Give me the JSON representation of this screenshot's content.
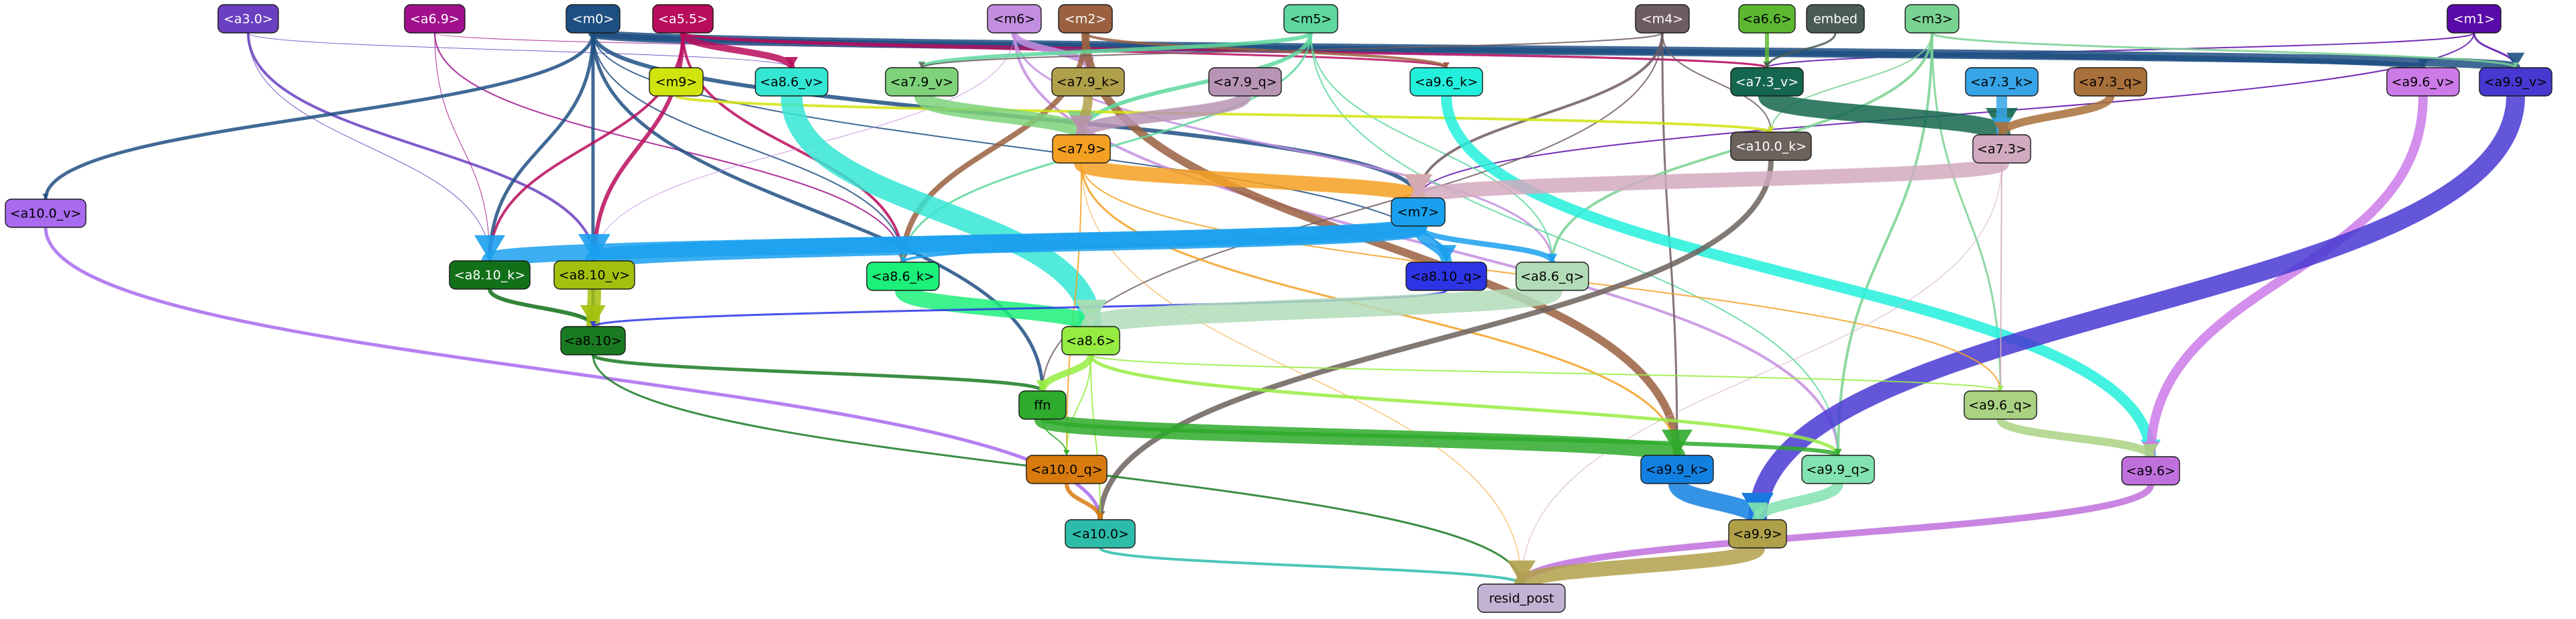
{
  "nodes": [
    {
      "id": "m1",
      "label": "<m1>",
      "fill": "#5a0aa8",
      "text": "#ffffff"
    },
    {
      "id": "a3_0",
      "label": "<a3.0>",
      "fill": "#6a3fc0",
      "text": "#ffffff"
    },
    {
      "id": "a6_9",
      "label": "<a6.9>",
      "fill": "#a0108c",
      "text": "#ffffff"
    },
    {
      "id": "m0",
      "label": "<m0>",
      "fill": "#1e4f82",
      "text": "#ffffff"
    },
    {
      "id": "a5_5",
      "label": "<a5.5>",
      "fill": "#b80c5c",
      "text": "#ffffff"
    },
    {
      "id": "m6",
      "label": "<m6>",
      "fill": "#c48ee0",
      "text": "#000000"
    },
    {
      "id": "m2",
      "label": "<m2>",
      "fill": "#9a6040",
      "text": "#ffffff"
    },
    {
      "id": "m5",
      "label": "<m5>",
      "fill": "#5ed89e",
      "text": "#000000"
    },
    {
      "id": "m4",
      "label": "<m4>",
      "fill": "#6e5c60",
      "text": "#ffffff"
    },
    {
      "id": "a6_6",
      "label": "<a6.6>",
      "fill": "#5cb830",
      "text": "#000000"
    },
    {
      "id": "embed",
      "label": "embed",
      "fill": "#4a5a54",
      "text": "#ffffff"
    },
    {
      "id": "m3",
      "label": "<m3>",
      "fill": "#7ad292",
      "text": "#000000"
    },
    {
      "id": "m9",
      "label": "<m9>",
      "fill": "#d0e40e",
      "text": "#000000"
    },
    {
      "id": "a8_6_v",
      "label": "<a8.6_v>",
      "fill": "#34e6d4",
      "text": "#000000"
    },
    {
      "id": "a7_9_v",
      "label": "<a7.9_v>",
      "fill": "#7ed27a",
      "text": "#000000"
    },
    {
      "id": "a7_9_k",
      "label": "<a7.9_k>",
      "fill": "#b0a04a",
      "text": "#000000"
    },
    {
      "id": "a7_9_q",
      "label": "<a7.9_q>",
      "fill": "#b894b4",
      "text": "#000000"
    },
    {
      "id": "a9_6_k",
      "label": "<a9.6_k>",
      "fill": "#22f0dc",
      "text": "#000000"
    },
    {
      "id": "a7_3_v",
      "label": "<a7.3_v>",
      "fill": "#14664e",
      "text": "#ffffff"
    },
    {
      "id": "a7_3_k",
      "label": "<a7.3_k>",
      "fill": "#36a4e6",
      "text": "#000000"
    },
    {
      "id": "a7_3_q",
      "label": "<a7.3_q>",
      "fill": "#a8703a",
      "text": "#000000"
    },
    {
      "id": "a9_6_v",
      "label": "<a9.6_v>",
      "fill": "#cc7ae8",
      "text": "#000000"
    },
    {
      "id": "a9_9_v",
      "label": "<a9.9_v>",
      "fill": "#4838d2",
      "text": "#000000"
    },
    {
      "id": "a10_0_v",
      "label": "<a10.0_v>",
      "fill": "#a86aee",
      "text": "#000000"
    },
    {
      "id": "a7_9",
      "label": "<a7.9>",
      "fill": "#f4a022",
      "text": "#000000"
    },
    {
      "id": "a10_0_k",
      "label": "<a10.0_k>",
      "fill": "#6c625c",
      "text": "#ffffff"
    },
    {
      "id": "a7_3",
      "label": "<a7.3>",
      "fill": "#d2aac0",
      "text": "#000000"
    },
    {
      "id": "m7",
      "label": "<m7>",
      "fill": "#1aa0ee",
      "text": "#000000"
    },
    {
      "id": "a8_10_k",
      "label": "<a8.10_k>",
      "fill": "#117018",
      "text": "#ffffff"
    },
    {
      "id": "a8_10_v",
      "label": "<a8.10_v>",
      "fill": "#a4c00e",
      "text": "#000000"
    },
    {
      "id": "a8_6_k",
      "label": "<a8.6_k>",
      "fill": "#1cf07a",
      "text": "#000000"
    },
    {
      "id": "a8_10_q",
      "label": "<a8.10_q>",
      "fill": "#2c34e6",
      "text": "#000000"
    },
    {
      "id": "a8_6_q",
      "label": "<a8.6_q>",
      "fill": "#b2dcb8",
      "text": "#000000"
    },
    {
      "id": "a8_10",
      "label": "<a8.10>",
      "fill": "#1a7a22",
      "text": "#000000"
    },
    {
      "id": "a8_6",
      "label": "<a8.6>",
      "fill": "#96ec42",
      "text": "#000000"
    },
    {
      "id": "a9_6_q",
      "label": "<a9.6_q>",
      "fill": "#aad282",
      "text": "#000000"
    },
    {
      "id": "ffn",
      "label": "ffn",
      "fill": "#2eaa2c",
      "text": "#000000"
    },
    {
      "id": "a9_6",
      "label": "<a9.6>",
      "fill": "#c070dc",
      "text": "#000000"
    },
    {
      "id": "a10_0_q",
      "label": "<a10.0_q>",
      "fill": "#d87a0e",
      "text": "#000000"
    },
    {
      "id": "a9_9_k",
      "label": "<a9.9_k>",
      "fill": "#1280e0",
      "text": "#000000"
    },
    {
      "id": "a9_9_q",
      "label": "<a9.9_q>",
      "fill": "#82e2b0",
      "text": "#000000"
    },
    {
      "id": "a10_0",
      "label": "<a10.0>",
      "fill": "#2ebcaa",
      "text": "#000000"
    },
    {
      "id": "a9_9",
      "label": "<a9.9>",
      "fill": "#b0a04a",
      "text": "#000000"
    },
    {
      "id": "resid_post",
      "label": "resid_post",
      "fill": "#c4b2d4",
      "text": "#000000"
    }
  ],
  "edges": [
    {
      "from": "m1",
      "to": "a9_9_v",
      "color": "#5a0aa8",
      "weight": 3
    },
    {
      "from": "m1",
      "to": "a7_3_v",
      "color": "#5a0aa8",
      "weight": 2
    },
    {
      "from": "m1",
      "to": "m7",
      "color": "#5a0aa8",
      "weight": 2
    },
    {
      "from": "a3_0",
      "to": "a8_10_v",
      "color": "#6a3fc0",
      "weight": 4
    },
    {
      "from": "a3_0",
      "to": "a8_10_k",
      "color": "#6a3fc0",
      "weight": 1
    },
    {
      "from": "a3_0",
      "to": "a8_6_v",
      "color": "#6a3fc0",
      "weight": 1
    },
    {
      "from": "a6_9",
      "to": "a8_6_k",
      "color": "#a0108c",
      "weight": 2
    },
    {
      "from": "a6_9",
      "to": "a8_10_k",
      "color": "#a0108c",
      "weight": 1
    },
    {
      "from": "a6_9",
      "to": "a7_3_v",
      "color": "#a0108c",
      "weight": 1
    },
    {
      "from": "m0",
      "to": "a8_10",
      "color": "#1e4f82",
      "weight": 5
    },
    {
      "from": "m0",
      "to": "a10_0_v",
      "color": "#1e4f82",
      "weight": 5
    },
    {
      "from": "m0",
      "to": "a8_10_k",
      "color": "#1e4f82",
      "weight": 5
    },
    {
      "from": "m0",
      "to": "a9_9_v",
      "color": "#1e4f82",
      "weight": 14
    },
    {
      "from": "m0",
      "to": "a9_6_v",
      "color": "#1e4f82",
      "weight": 8
    },
    {
      "from": "m0",
      "to": "m7",
      "color": "#1e4f82",
      "weight": 6
    },
    {
      "from": "m0",
      "to": "ffn",
      "color": "#1e4f82",
      "weight": 5
    },
    {
      "from": "m0",
      "to": "a8_6_k",
      "color": "#1e4f82",
      "weight": 2
    },
    {
      "from": "m0",
      "to": "a8_10_q",
      "color": "#1e4f82",
      "weight": 2
    },
    {
      "from": "a5_5",
      "to": "a8_10_v",
      "color": "#b80c5c",
      "weight": 6
    },
    {
      "from": "a5_5",
      "to": "a8_10_k",
      "color": "#b80c5c",
      "weight": 4
    },
    {
      "from": "a5_5",
      "to": "a8_6_k",
      "color": "#b80c5c",
      "weight": 4
    },
    {
      "from": "a5_5",
      "to": "a8_6_v",
      "color": "#b80c5c",
      "weight": 10
    },
    {
      "from": "a5_5",
      "to": "a7_3_v",
      "color": "#b80c5c",
      "weight": 3
    },
    {
      "from": "a5_5",
      "to": "a9_6_k",
      "color": "#b80c5c",
      "weight": 3
    },
    {
      "from": "m6",
      "to": "a7_9_k",
      "color": "#c48ee0",
      "weight": 10
    },
    {
      "from": "m6",
      "to": "a9_9_q",
      "color": "#c48ee0",
      "weight": 4
    },
    {
      "from": "m6",
      "to": "a8_6_q",
      "color": "#c48ee0",
      "weight": 3
    },
    {
      "from": "m6",
      "to": "a8_10_v",
      "color": "#c48ee0",
      "weight": 1
    },
    {
      "from": "m2",
      "to": "a9_9_k",
      "color": "#9a6040",
      "weight": 12
    },
    {
      "from": "m2",
      "to": "a8_6_k",
      "color": "#9a6040",
      "weight": 8
    },
    {
      "from": "m2",
      "to": "a9_6_k",
      "color": "#9a6040",
      "weight": 4
    },
    {
      "from": "m5",
      "to": "a7_9",
      "color": "#5ed89e",
      "weight": 6
    },
    {
      "from": "m5",
      "to": "a8_6_k",
      "color": "#5ed89e",
      "weight": 3
    },
    {
      "from": "m5",
      "to": "a9_9_q",
      "color": "#5ed89e",
      "weight": 2
    },
    {
      "from": "m5",
      "to": "a8_6_q",
      "color": "#5ed89e",
      "weight": 2
    },
    {
      "from": "m5",
      "to": "a7_9_v",
      "color": "#5ed89e",
      "weight": 6
    },
    {
      "from": "m4",
      "to": "m7",
      "color": "#6e5c60",
      "weight": 4
    },
    {
      "from": "m4",
      "to": "a9_9_k",
      "color": "#6e5c60",
      "weight": 3
    },
    {
      "from": "m4",
      "to": "a10_0_k",
      "color": "#6e5c60",
      "weight": 2
    },
    {
      "from": "m4",
      "to": "ffn",
      "color": "#6e5c60",
      "weight": 2
    },
    {
      "from": "m4",
      "to": "a7_9_v",
      "color": "#6e5c60",
      "weight": 2
    },
    {
      "from": "a6_6",
      "to": "a7_3_v",
      "color": "#5cb830",
      "weight": 6
    },
    {
      "from": "embed",
      "to": "a7_3_v",
      "color": "#4a5a54",
      "weight": 3
    },
    {
      "from": "m3",
      "to": "a9_9_q",
      "color": "#7ad292",
      "weight": 4
    },
    {
      "from": "m3",
      "to": "a8_6_q",
      "color": "#7ad292",
      "weight": 4
    },
    {
      "from": "m3",
      "to": "a9_6_q",
      "color": "#7ad292",
      "weight": 3
    },
    {
      "from": "m3",
      "to": "a10_0_k",
      "color": "#7ad292",
      "weight": 2
    },
    {
      "from": "m3",
      "to": "a9_9_v",
      "color": "#7ad292",
      "weight": 3
    },
    {
      "from": "m9",
      "to": "a10_0_k",
      "color": "#d0e40e",
      "weight": 4
    },
    {
      "from": "a8_6_v",
      "to": "a8_6",
      "color": "#34e6d4",
      "weight": 32
    },
    {
      "from": "a7_9_v",
      "to": "a7_9",
      "color": "#7ed27a",
      "weight": 22
    },
    {
      "from": "a7_9_k",
      "to": "a7_9",
      "color": "#b0a04a",
      "weight": 14
    },
    {
      "from": "a7_9_q",
      "to": "a7_9",
      "color": "#b894b4",
      "weight": 18
    },
    {
      "from": "a9_6_k",
      "to": "a9_6",
      "color": "#22f0dc",
      "weight": 16
    },
    {
      "from": "a7_3_v",
      "to": "a7_3",
      "color": "#14664e",
      "weight": 26
    },
    {
      "from": "a7_3_k",
      "to": "a7_3",
      "color": "#36a4e6",
      "weight": 16
    },
    {
      "from": "a7_3_q",
      "to": "a7_3",
      "color": "#a8703a",
      "weight": 12
    },
    {
      "from": "a9_6_v",
      "to": "a9_6",
      "color": "#cc7ae8",
      "weight": 14
    },
    {
      "from": "a9_9_v",
      "to": "a9_9",
      "color": "#4838d2",
      "weight": 28
    },
    {
      "from": "a10_0_v",
      "to": "a10_0",
      "color": "#a86aee",
      "weight": 5
    },
    {
      "from": "a7_9",
      "to": "m7",
      "color": "#f4a022",
      "weight": 22
    },
    {
      "from": "a7_9",
      "to": "a10_0_q",
      "color": "#f4a022",
      "weight": 2
    },
    {
      "from": "a7_9",
      "to": "a9_9_k",
      "color": "#f4a022",
      "weight": 3
    },
    {
      "from": "a7_9",
      "to": "a9_6_q",
      "color": "#f4a022",
      "weight": 2
    },
    {
      "from": "a7_9",
      "to": "resid_post",
      "color": "#f4a022",
      "weight": 1
    },
    {
      "from": "a10_0_k",
      "to": "a10_0",
      "color": "#6c625c",
      "weight": 8
    },
    {
      "from": "a7_3",
      "to": "m7",
      "color": "#d2aac0",
      "weight": 22
    },
    {
      "from": "a7_3",
      "to": "a9_6_q",
      "color": "#d2aac0",
      "weight": 2
    },
    {
      "from": "a7_3",
      "to": "resid_post",
      "color": "#d2aac0",
      "weight": 1
    },
    {
      "from": "m7",
      "to": "a8_10_v",
      "color": "#1aa0ee",
      "weight": 28
    },
    {
      "from": "m7",
      "to": "a8_10_k",
      "color": "#1aa0ee",
      "weight": 24
    },
    {
      "from": "m7",
      "to": "a8_10_q",
      "color": "#1aa0ee",
      "weight": 16
    },
    {
      "from": "m7",
      "to": "a8_6_q",
      "color": "#1aa0ee",
      "weight": 8
    },
    {
      "from": "m7",
      "to": "a8_6_k",
      "color": "#1aa0ee",
      "weight": 4
    },
    {
      "from": "a8_10_k",
      "to": "a8_10",
      "color": "#117018",
      "weight": 6
    },
    {
      "from": "a8_10_v",
      "to": "a8_10",
      "color": "#a4c00e",
      "weight": 20
    },
    {
      "from": "a8_6_k",
      "to": "a8_6",
      "color": "#1cf07a",
      "weight": 24
    },
    {
      "from": "a8_10_q",
      "to": "a8_10",
      "color": "#2c34e6",
      "weight": 3
    },
    {
      "from": "a8_6_q",
      "to": "a8_6",
      "color": "#b2dcb8",
      "weight": 30
    },
    {
      "from": "a8_10",
      "to": "ffn",
      "color": "#1a7a22",
      "weight": 5
    },
    {
      "from": "a8_10",
      "to": "resid_post",
      "color": "#1a7a22",
      "weight": 3
    },
    {
      "from": "a8_6",
      "to": "ffn",
      "color": "#96ec42",
      "weight": 10
    },
    {
      "from": "a8_6",
      "to": "a9_9_q",
      "color": "#96ec42",
      "weight": 5
    },
    {
      "from": "a8_6",
      "to": "a9_6_q",
      "color": "#96ec42",
      "weight": 2
    },
    {
      "from": "a8_6",
      "to": "a10_0_q",
      "color": "#96ec42",
      "weight": 2
    },
    {
      "from": "a8_6",
      "to": "a10_0",
      "color": "#96ec42",
      "weight": 2
    },
    {
      "from": "a9_6_q",
      "to": "a9_6",
      "color": "#aad282",
      "weight": 12
    },
    {
      "from": "ffn",
      "to": "a9_9_k",
      "color": "#2eaa2c",
      "weight": 24
    },
    {
      "from": "ffn",
      "to": "a9_9_q",
      "color": "#2eaa2c",
      "weight": 6
    },
    {
      "from": "ffn",
      "to": "a10_0_q",
      "color": "#2eaa2c",
      "weight": 2
    },
    {
      "from": "a9_6",
      "to": "resid_post",
      "color": "#c070dc",
      "weight": 10
    },
    {
      "from": "a10_0_q",
      "to": "a10_0",
      "color": "#d87a0e",
      "weight": 6
    },
    {
      "from": "a9_9_k",
      "to": "a9_9",
      "color": "#1280e0",
      "weight": 26
    },
    {
      "from": "a9_9_q",
      "to": "a9_9",
      "color": "#82e2b0",
      "weight": 16
    },
    {
      "from": "a10_0",
      "to": "resid_post",
      "color": "#2ebcaa",
      "weight": 4
    },
    {
      "from": "a9_9",
      "to": "resid_post",
      "color": "#b0a04a",
      "weight": 22
    }
  ]
}
